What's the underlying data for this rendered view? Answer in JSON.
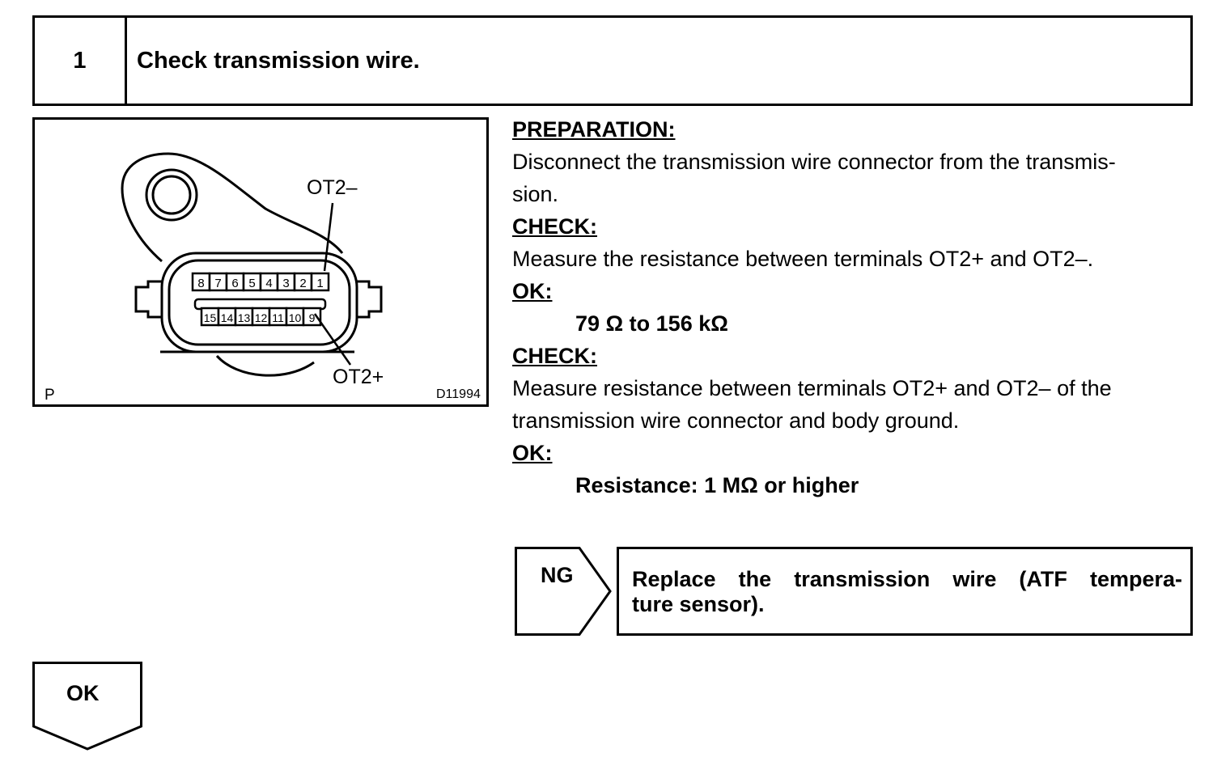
{
  "step": {
    "number": "1",
    "title": "Check transmission wire."
  },
  "figure": {
    "label_minus": "OT2–",
    "label_plus": "OT2+",
    "corner_left": "P",
    "corner_right": "D11994",
    "terminals_top": [
      "8",
      "7",
      "6",
      "5",
      "4",
      "3",
      "2",
      "1"
    ],
    "terminals_bottom": [
      "15",
      "14",
      "13",
      "12",
      "11",
      "10",
      "9"
    ]
  },
  "procedure": {
    "preparation_heading": "PREPARATION:",
    "preparation_line1": "Disconnect the transmission wire connector from the transmis-",
    "preparation_line2": "sion.",
    "check1_heading": "CHECK:",
    "check1_text": "Measure the resistance between terminals OT2+ and OT2–.",
    "ok1_heading": "OK:",
    "ok1_spec": "79 Ω to 156 kΩ",
    "check2_heading": "CHECK:",
    "check2_line1": "Measure resistance between terminals OT2+ and OT2– of the",
    "check2_line2": "transmission wire connector and body ground.",
    "ok2_heading": "OK:",
    "ok2_spec": "Resistance: 1 MΩ or higher"
  },
  "result_ng": {
    "label": "NG",
    "action_line1": "Replace the transmission wire (ATF tempera-",
    "action_line2": "ture sensor)."
  },
  "result_ok": {
    "label": "OK"
  }
}
